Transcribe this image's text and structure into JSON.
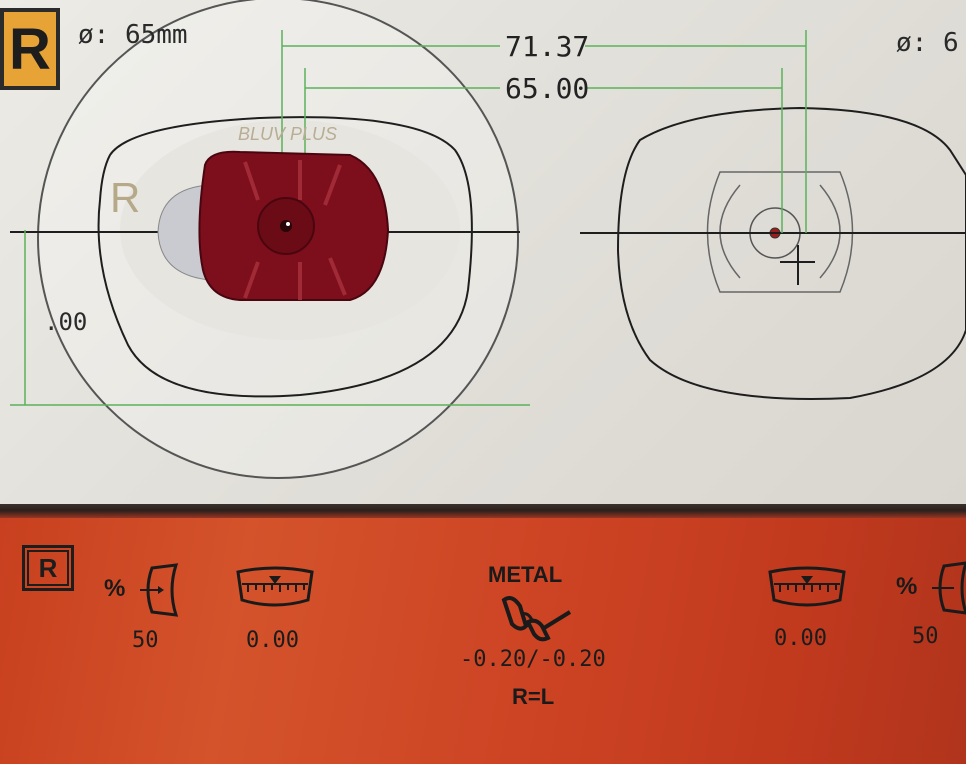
{
  "top": {
    "side_badge": "R",
    "diameter_left": "ø: 65mm",
    "diameter_right": "ø: 6",
    "measure_outer": "71.37",
    "measure_inner": "65.00",
    "partial_value_left": ".00",
    "lens_text_line1": "BLUV PLUS",
    "lens_letter": "R"
  },
  "bottom": {
    "side_badge": "R",
    "left": {
      "thickness_percent": "50",
      "bevel_value": "0.00"
    },
    "center": {
      "frame_type": "METAL",
      "adjust_value": "-0.20/-0.20",
      "relation": "R=L"
    },
    "right": {
      "bevel_value": "0.00",
      "thickness_percent": "50"
    }
  },
  "icons": [
    "lens-edge-thickness-icon",
    "bevel-position-icon",
    "eyeglasses-icon"
  ]
}
